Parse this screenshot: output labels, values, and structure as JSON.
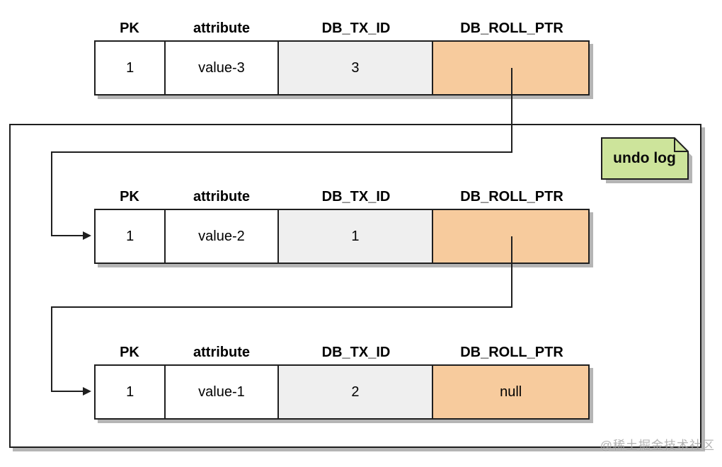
{
  "headers": [
    "PK",
    "attribute",
    "DB_TX_ID",
    "DB_ROLL_PTR"
  ],
  "rows": [
    {
      "cells": [
        "1",
        "value-3",
        "3",
        ""
      ]
    },
    {
      "cells": [
        "1",
        "value-2",
        "1",
        ""
      ]
    },
    {
      "cells": [
        "1",
        "value-1",
        "2",
        "null"
      ]
    }
  ],
  "note": {
    "label": "undo log"
  },
  "watermark": {
    "text": "@稀土掘金技术社区"
  },
  "colors": {
    "border": "#1f1f1f",
    "shadow": "#b5b5b5",
    "cellwhite": "#ffffff",
    "cellgray": "#efefef",
    "cellorange": "#f7cb9d",
    "notegreen": "#cde49b",
    "watermark": "#9a9a9a",
    "background": "#ffffff"
  }
}
